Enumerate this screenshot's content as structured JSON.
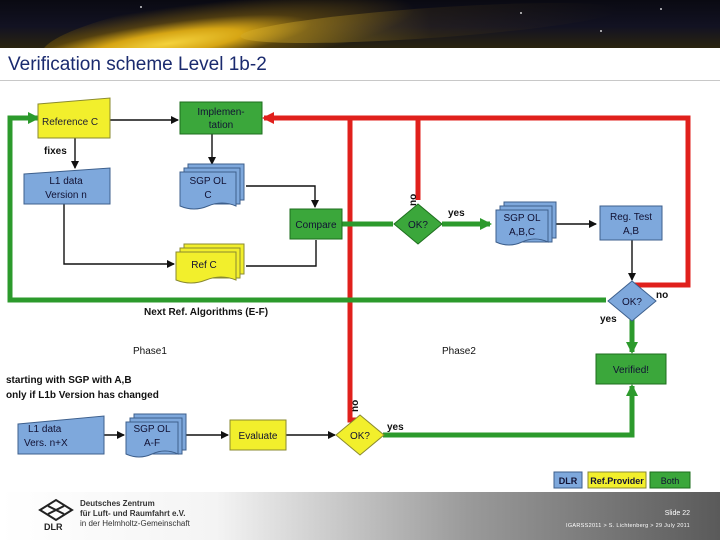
{
  "title": "Verification scheme Level 1b-2",
  "boxes": {
    "reference_c": "Reference C",
    "implementation": [
      "Implemen-",
      "tation"
    ],
    "l1_data_top": [
      "L1 data",
      "Version n"
    ],
    "sgp_ol_c": [
      "SGP OL",
      "C"
    ],
    "compare": "Compare",
    "ref_c": "Ref C",
    "ok_top": "OK?",
    "sgp_ol_abc": [
      "SGP OL",
      "A,B,C"
    ],
    "reg_test": [
      "Reg. Test",
      "A,B"
    ],
    "ok_right": "OK?",
    "verified": "Verified!",
    "l1_data_bottom": [
      "L1 data",
      "Vers. n+X"
    ],
    "sgp_ol_af": [
      "SGP OL",
      "A-F"
    ],
    "evaluate": "Evaluate",
    "ok_bottom": "OK?"
  },
  "labels": {
    "fixes": "fixes",
    "no_top": "no",
    "yes_top": "yes",
    "no_right": "no",
    "yes_right": "yes",
    "next_ref": "Next Ref. Algorithms (E-F)",
    "phase1": "Phase1",
    "phase2": "Phase2",
    "starting": "starting with SGP with A,B",
    "only_if": "only if L1b Version has changed",
    "no_bottom": "no",
    "yes_bottom": "yes"
  },
  "legend": {
    "dlr": "DLR",
    "refprovider": "Ref.Provider",
    "both": "Both"
  },
  "colors": {
    "dlr_blue": "#7ea8dc",
    "refprovider_yellow": "#f2ef2c",
    "both_green": "#3ba73b",
    "red_line": "#e0201c",
    "green_line": "#2c9a2c"
  },
  "footer": {
    "org_line1": "Deutsches Zentrum",
    "org_line2": "für Luft- und Raumfahrt e.V.",
    "org_line3": "in der Helmholtz-Gemeinschaft",
    "slide": "Slide 22",
    "conference": "IGARSS2011 > S. Lichtenberg > 29 July 2011"
  }
}
